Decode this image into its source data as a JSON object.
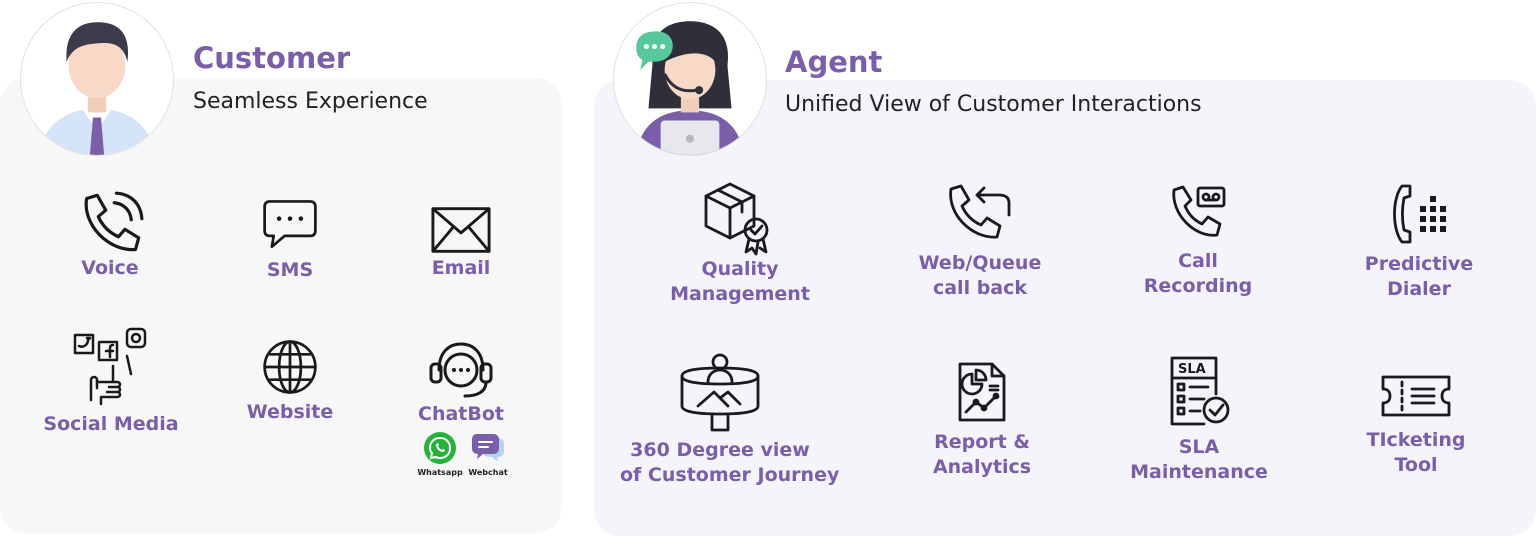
{
  "colors": {
    "accent": "#7a5ea8",
    "icon_stroke": "#1a1a1a",
    "whatsapp": "#25b13a",
    "webchat": "#7a5ea8"
  },
  "customer": {
    "title": "Customer",
    "subtitle": "Seamless Experience",
    "channels": [
      {
        "lines": [
          "Voice"
        ],
        "icon": "phone-ringing-icon"
      },
      {
        "lines": [
          "SMS"
        ],
        "icon": "chat-bubble-icon"
      },
      {
        "lines": [
          "Email"
        ],
        "icon": "envelope-icon"
      },
      {
        "lines": [
          "Social Media"
        ],
        "icon": "social-media-icon"
      },
      {
        "lines": [
          "Website"
        ],
        "icon": "globe-icon"
      },
      {
        "lines": [
          "ChatBot"
        ],
        "icon": "chatbot-headset-icon"
      }
    ],
    "chat_apps": [
      {
        "name": "Whatsapp",
        "icon": "whatsapp-icon"
      },
      {
        "name": "Webchat",
        "icon": "webchat-icon"
      }
    ]
  },
  "agent": {
    "title": "Agent",
    "subtitle": "Unified View of Customer Interactions",
    "features": [
      {
        "lines": [
          "Quality",
          "Management"
        ],
        "icon": "quality-box-icon"
      },
      {
        "lines": [
          "Web/Queue",
          "call back"
        ],
        "icon": "callback-phone-icon"
      },
      {
        "lines": [
          "Call",
          "Recording"
        ],
        "icon": "call-recording-icon"
      },
      {
        "lines": [
          "Predictive",
          "Dialer"
        ],
        "icon": "dialer-keypad-icon"
      },
      {
        "lines": [
          "360 Degree view",
          "of Customer Journey"
        ],
        "icon": "journey-360-icon"
      },
      {
        "lines": [
          "Report &",
          "Analytics"
        ],
        "icon": "report-analytics-icon"
      },
      {
        "lines": [
          "SLA",
          "Maintenance"
        ],
        "icon": "sla-checklist-icon"
      },
      {
        "lines": [
          "TIcketing",
          "Tool"
        ],
        "icon": "ticket-icon"
      }
    ]
  }
}
